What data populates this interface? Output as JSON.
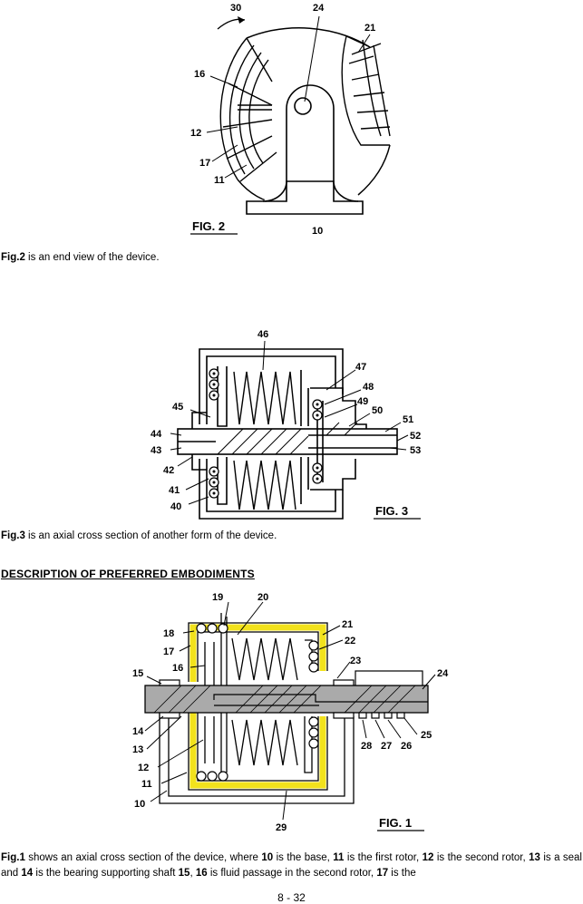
{
  "figure2": {
    "title": "FIG. 2",
    "labels": {
      "l30": "30",
      "l24": "24",
      "l21": "21",
      "l16": "16",
      "l12": "12",
      "l17": "17",
      "l11": "11",
      "l10": "10"
    }
  },
  "caption2": {
    "ref": "Fig.2",
    "text": " is an end view of the device."
  },
  "figure3": {
    "title": "FIG. 3",
    "labels": {
      "l46": "46",
      "l47": "47",
      "l48": "48",
      "l49": "49",
      "l50": "50",
      "l51": "51",
      "l52": "52",
      "l53": "53",
      "l45": "45",
      "l44": "44",
      "l43": "43",
      "l42": "42",
      "l41": "41",
      "l40": "40"
    }
  },
  "caption3": {
    "ref": "Fig.3",
    "text": " is an axial cross section of another form of the device."
  },
  "heading": "DESCRIPTION OF PREFERRED EMBODIMENTS",
  "figure1": {
    "title": "FIG. 1",
    "labels": {
      "l19": "19",
      "l20": "20",
      "l18": "18",
      "l21": "21",
      "l17": "17",
      "l22": "22",
      "l16": "16",
      "l23": "23",
      "l15": "15",
      "l24": "24",
      "l14": "14",
      "l25": "25",
      "l13": "13",
      "l28": "28",
      "l27": "27",
      "l26": "26",
      "l12": "12",
      "l11": "11",
      "l10": "10",
      "l29": "29"
    },
    "highlight_color": "#f2e21c"
  },
  "paragraph": {
    "p1": "Fig.1",
    "t1": " shows an axial cross section of the device, where ",
    "n10": "10",
    "t2": " is the base, ",
    "n11": "11",
    "t3": " is the first rotor, ",
    "n12": "12",
    "t4": " is the second rotor, ",
    "n13": "13",
    "t5": " is a seal and ",
    "n14": "14",
    "t6": " is the bearing supporting shaft ",
    "n15": "15",
    "t7": ", ",
    "n16": "16",
    "t8": " is fluid passage in the second rotor, ",
    "n17": "17",
    "t9": " is the"
  },
  "page_number": "8 - 32"
}
